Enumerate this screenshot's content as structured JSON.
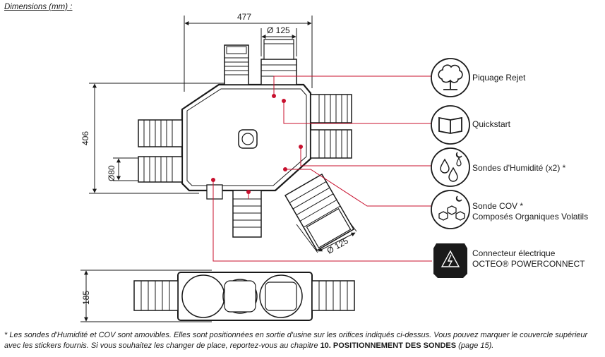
{
  "header": {
    "title": "Dimensions (mm) :"
  },
  "dimensions": {
    "width": "477",
    "height": "406",
    "dia_top": "Ø 125",
    "dia_left": "Ø80",
    "dia_bottom": "Ø 125",
    "side_height": "185"
  },
  "legend": [
    {
      "icon": "tree-icon",
      "lines": [
        "Piquage Rejet"
      ]
    },
    {
      "icon": "book-icon",
      "lines": [
        "Quickstart"
      ]
    },
    {
      "icon": "humidity-icon",
      "lines": [
        "Sondes d'Humidité (x2) *"
      ]
    },
    {
      "icon": "voc-icon",
      "lines": [
        "Sonde COV *",
        "Composés Organiques Volatils"
      ]
    },
    {
      "icon": "connector-icon",
      "lines": [
        "Connecteur électrique",
        "OCTEO® POWERCONNECT"
      ]
    }
  ],
  "footnote": {
    "text": "* Les sondes d'Humidité et COV sont amovibles. Elles sont positionnées en sortie d'usine sur les orifices indiqués ci-dessus. Vous pouvez marquer le couvercle supérieur avec les stickers fournis. Si vous souhaitez les changer de place, reportez-vous au chapitre ",
    "chapter": "10. POSITIONNEMENT DES SONDES",
    "page": "(page 15)."
  },
  "colors": {
    "leader": "#c8102e",
    "line": "#1a1a1a"
  }
}
